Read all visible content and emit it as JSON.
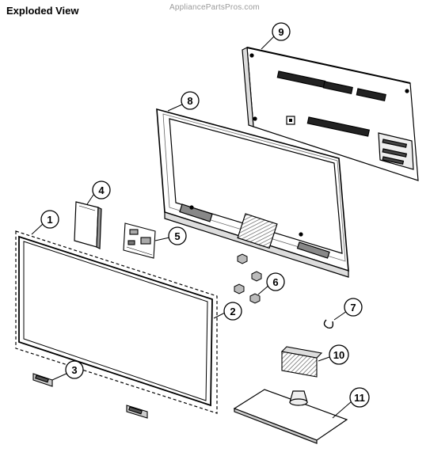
{
  "header": {
    "title": "Exploded View",
    "watermark": "AppliancePartsPros.com"
  },
  "callouts": [
    {
      "id": "1",
      "label": "1"
    },
    {
      "id": "2",
      "label": "2"
    },
    {
      "id": "3",
      "label": "3"
    },
    {
      "id": "4",
      "label": "4"
    },
    {
      "id": "5",
      "label": "5"
    },
    {
      "id": "6",
      "label": "6"
    },
    {
      "id": "7",
      "label": "7"
    },
    {
      "id": "8",
      "label": "8"
    },
    {
      "id": "9",
      "label": "9"
    },
    {
      "id": "10",
      "label": "10"
    },
    {
      "id": "11",
      "label": "11"
    }
  ],
  "colors": {
    "line": "#000000",
    "hatch": "#444444",
    "watermark": "#9a9a9a"
  }
}
